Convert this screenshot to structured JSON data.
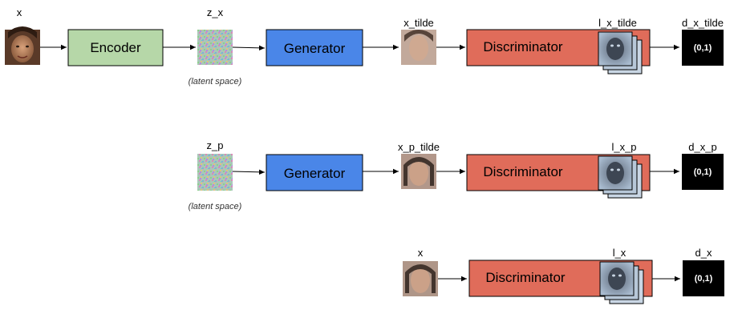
{
  "colors": {
    "encoder": "#b6d7a8",
    "generator": "#4a86e8",
    "discriminator": "#e06c5a",
    "output": "#000000",
    "noise": "#9ec4b8",
    "face_skin": "#c8926a",
    "face_hair": "#3a2418",
    "feature_map": "#7c8fa3"
  },
  "icons": {
    "face_image": "face-photo-icon",
    "noise_image": "latent-noise-icon",
    "feature_map": "feature-map-stack-icon"
  },
  "row1": {
    "input_label": "x",
    "encoder_label": "Encoder",
    "latent_label": "z_x",
    "latent_note": "(latent space)",
    "generator_label": "Generator",
    "recon_label": "x_tilde",
    "discriminator_label": "Discriminator",
    "feature_label": "l_x_tilde",
    "output_label": "d_x_tilde",
    "output_value": "(0,1)"
  },
  "row2": {
    "latent_label": "z_p",
    "latent_note": "(latent space)",
    "generator_label": "Generator",
    "sample_label": "x_p_tilde",
    "discriminator_label": "Discriminator",
    "feature_label": "l_x_p",
    "output_label": "d_x_p",
    "output_value": "(0,1)"
  },
  "row3": {
    "input_label": "x",
    "discriminator_label": "Discriminator",
    "feature_label": "l_x",
    "output_label": "d_x",
    "output_value": "(0,1)"
  }
}
